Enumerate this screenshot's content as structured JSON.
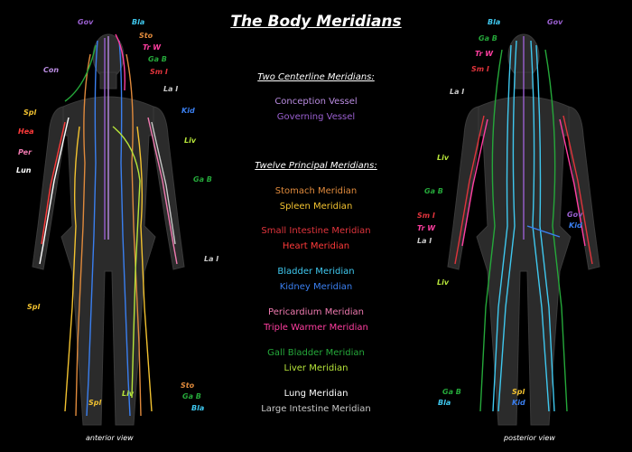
{
  "title": "The Body Meridians",
  "centerline": {
    "heading": "Two Centerline Meridians:",
    "items": [
      {
        "label": "Conception Vessel",
        "color": "#b98be0"
      },
      {
        "label": "Governing Vessel",
        "color": "#9a5fd0"
      }
    ]
  },
  "principal": {
    "heading": "Twelve Principal Meridians:",
    "items": [
      {
        "label": "Stomach Meridian",
        "color": "#e08a3c"
      },
      {
        "label": "Spleen Meridian",
        "color": "#f2c230"
      },
      {
        "label": "Small Intestine Meridian",
        "color": "#e0343c"
      },
      {
        "label": "Heart Meridian",
        "color": "#ff3a3a"
      },
      {
        "label": "Bladder Meridian",
        "color": "#3fc8ef"
      },
      {
        "label": "Kidney Meridian",
        "color": "#3a7ff0"
      },
      {
        "label": "Pericardium Meridian",
        "color": "#f07ab0"
      },
      {
        "label": "Triple Warmer Meridian",
        "color": "#ff3ea0"
      },
      {
        "label": "Gall Bladder Meridian",
        "color": "#25a83a"
      },
      {
        "label": "Liver Meridian",
        "color": "#b7e53a"
      },
      {
        "label": "Lung Meridian",
        "color": "#ffffff"
      },
      {
        "label": "Large Intestine Meridian",
        "color": "#c8c8c8"
      }
    ]
  },
  "anterior": {
    "caption": "anterior view",
    "labels": [
      {
        "text": "Gov",
        "color": "#9a5fd0"
      },
      {
        "text": "Bla",
        "color": "#3fc8ef"
      },
      {
        "text": "Sto",
        "color": "#e08a3c"
      },
      {
        "text": "Tr W",
        "color": "#ff3ea0"
      },
      {
        "text": "Ga B",
        "color": "#25a83a"
      },
      {
        "text": "Sm I",
        "color": "#e0343c"
      },
      {
        "text": "Con",
        "color": "#b98be0"
      },
      {
        "text": "La I",
        "color": "#c8c8c8"
      },
      {
        "text": "Spl",
        "color": "#f2c230"
      },
      {
        "text": "Kid",
        "color": "#3a7ff0"
      },
      {
        "text": "Hea",
        "color": "#ff3a3a"
      },
      {
        "text": "Liv",
        "color": "#b7e53a"
      },
      {
        "text": "Per",
        "color": "#f07ab0"
      },
      {
        "text": "Lun",
        "color": "#ffffff"
      },
      {
        "text": "Ga B",
        "color": "#25a83a"
      },
      {
        "text": "La I",
        "color": "#c8c8c8"
      },
      {
        "text": "Spl",
        "color": "#f2c230"
      },
      {
        "text": "Sto",
        "color": "#e08a3c"
      },
      {
        "text": "Liv",
        "color": "#b7e53a"
      },
      {
        "text": "Ga B",
        "color": "#25a83a"
      },
      {
        "text": "Spl",
        "color": "#f2c230"
      },
      {
        "text": "Bla",
        "color": "#3fc8ef"
      }
    ]
  },
  "posterior": {
    "caption": "posterior view",
    "labels": [
      {
        "text": "Bla",
        "color": "#3fc8ef"
      },
      {
        "text": "Gov",
        "color": "#9a5fd0"
      },
      {
        "text": "Ga B",
        "color": "#25a83a"
      },
      {
        "text": "Tr W",
        "color": "#ff3ea0"
      },
      {
        "text": "Sm I",
        "color": "#e0343c"
      },
      {
        "text": "La I",
        "color": "#c8c8c8"
      },
      {
        "text": "Liv",
        "color": "#b7e53a"
      },
      {
        "text": "Ga B",
        "color": "#25a83a"
      },
      {
        "text": "Sm I",
        "color": "#e0343c"
      },
      {
        "text": "Tr W",
        "color": "#ff3ea0"
      },
      {
        "text": "La I",
        "color": "#c8c8c8"
      },
      {
        "text": "Gov",
        "color": "#9a5fd0"
      },
      {
        "text": "Kid",
        "color": "#3a7ff0"
      },
      {
        "text": "Liv",
        "color": "#b7e53a"
      },
      {
        "text": "Ga B",
        "color": "#25a83a"
      },
      {
        "text": "Spl",
        "color": "#f2c230"
      },
      {
        "text": "Bla",
        "color": "#3fc8ef"
      },
      {
        "text": "Kid",
        "color": "#3a7ff0"
      }
    ]
  }
}
